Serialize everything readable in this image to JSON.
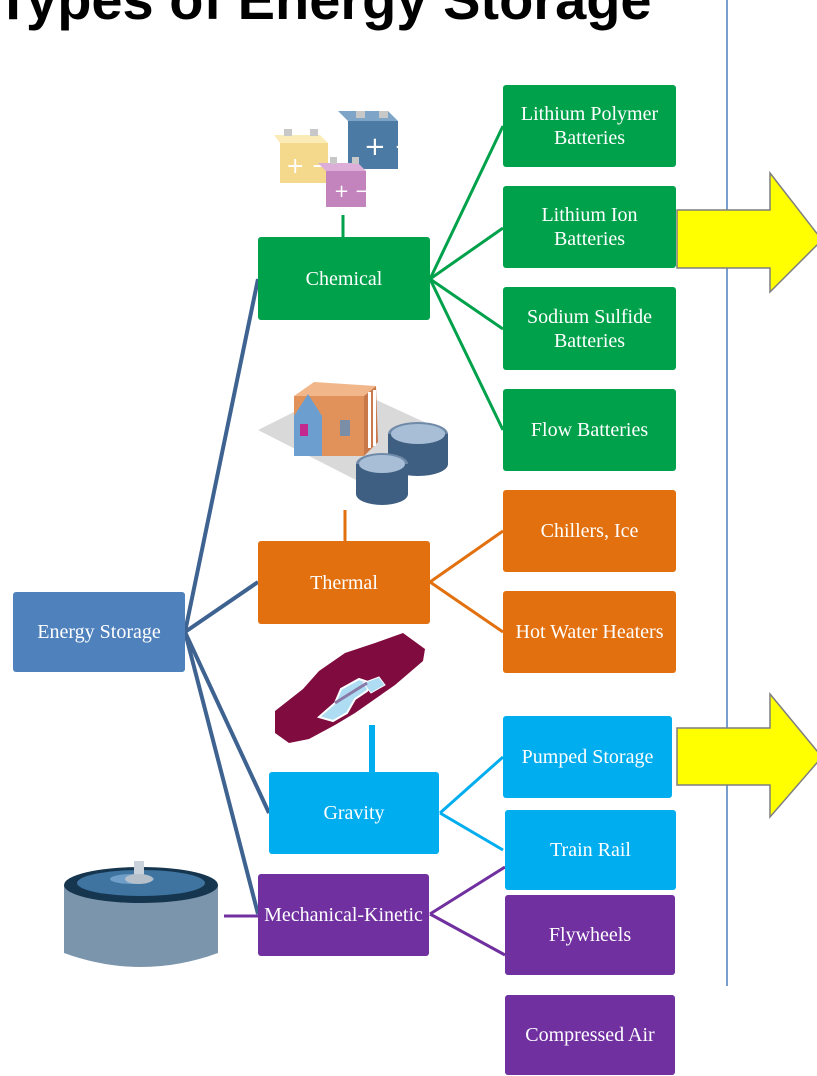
{
  "title": "Types of Energy Storage",
  "root": "Energy Storage",
  "categories": [
    {
      "label": "Chemical",
      "color": "#00a14b",
      "items": [
        "Lithium Polymer Batteries",
        "Lithium Ion Batteries",
        "Sodium Sulfide Batteries",
        "Flow Batteries"
      ]
    },
    {
      "label": "Thermal",
      "color": "#e2700e",
      "items": [
        "Chillers, Ice",
        "Hot Water Heaters"
      ]
    },
    {
      "label": "Gravity",
      "color": "#00adef",
      "items": [
        "Pumped Storage",
        "Train Rail"
      ]
    },
    {
      "label": "Mechanical-Kinetic",
      "color": "#7030a0",
      "items": [
        "Flywheels",
        "Compressed Air"
      ]
    }
  ],
  "colors": {
    "root": "#4f81bd",
    "connector": "#3f6391",
    "arrow_fill": "#ffff00",
    "divider": "#4a7ebb"
  },
  "icons": [
    "batteries-icon",
    "thermal-storage-icon",
    "pumped-storage-icon",
    "flywheel-icon",
    "arrow-right-icon"
  ]
}
